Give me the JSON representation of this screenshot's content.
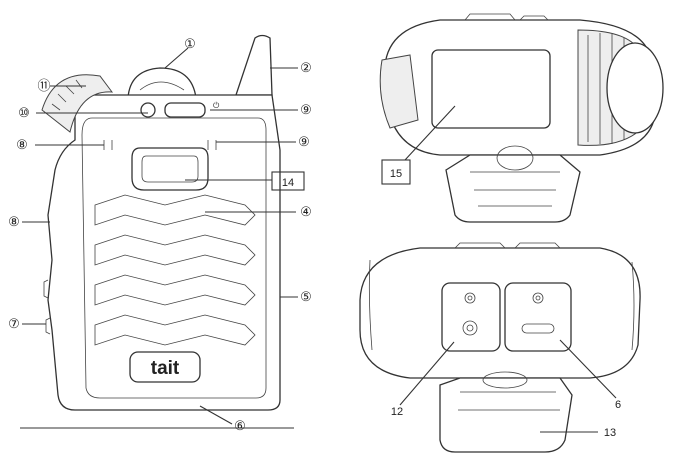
{
  "diagram": {
    "front_view": {
      "callouts": [
        "①",
        "②",
        "⑩",
        "⑪",
        "⑧",
        "⑨",
        "⑨",
        "14",
        "④",
        "⑧",
        "⑤",
        "⑦",
        "⑥"
      ],
      "logo_text": "tait"
    },
    "top_right_view": {
      "callouts": [
        "15"
      ]
    },
    "bottom_right_view": {
      "callouts": [
        "12",
        "6",
        "13"
      ]
    }
  }
}
